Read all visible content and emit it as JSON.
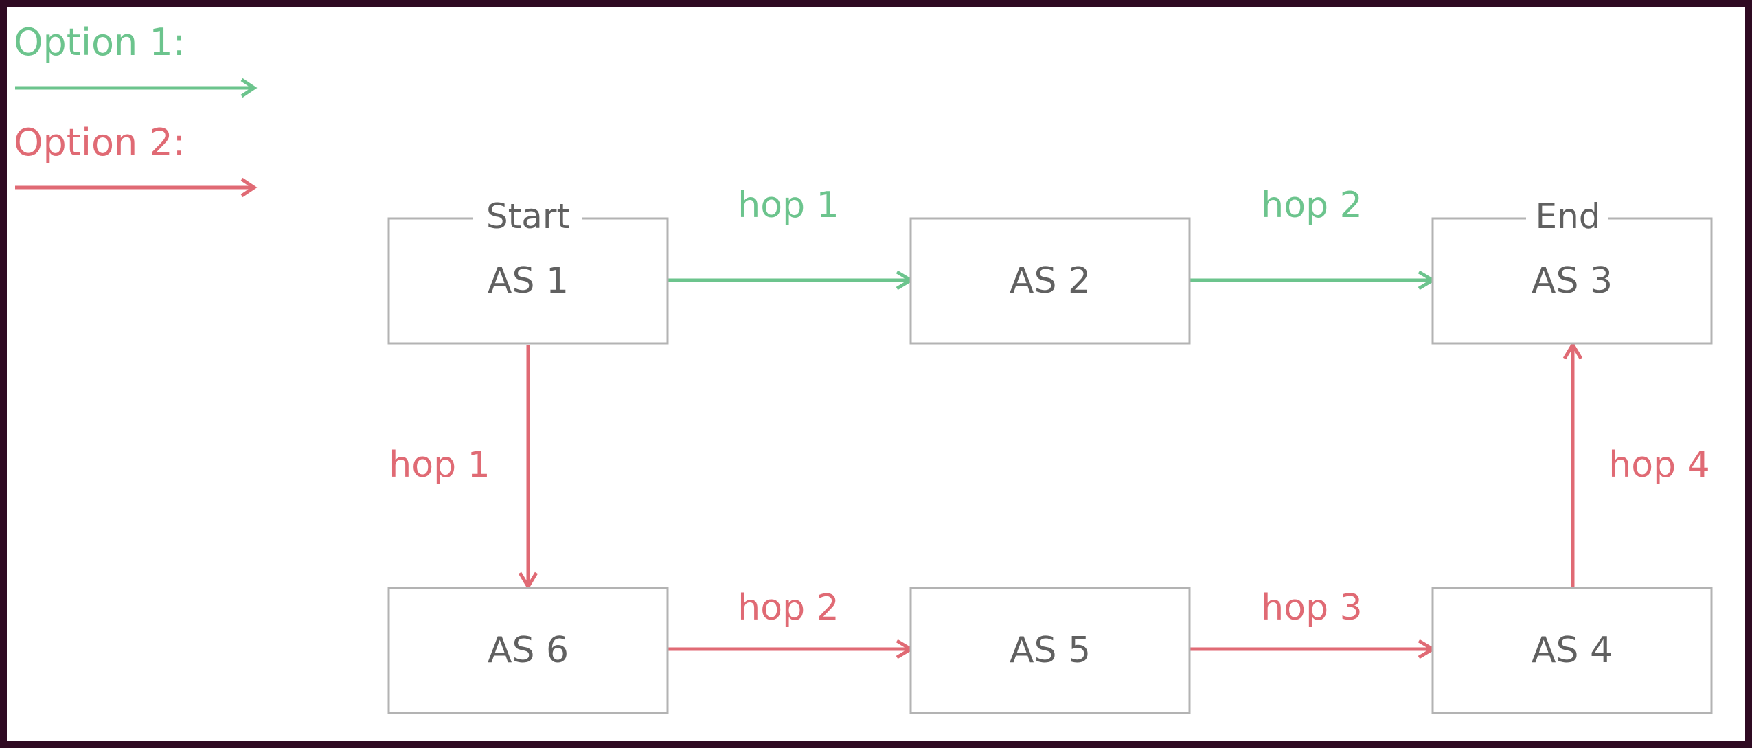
{
  "colors": {
    "option1": "#6cc48d",
    "option2": "#e06a74",
    "frame": "#2f0a22",
    "node_border": "#b3b3b3",
    "node_text": "#606060"
  },
  "legend": [
    {
      "label": "Option 1:",
      "color": "#6cc48d"
    },
    {
      "label": "Option 2:",
      "color": "#e06a74"
    }
  ],
  "nodes": {
    "as1": {
      "label": "AS 1",
      "tag": "Start"
    },
    "as2": {
      "label": "AS 2"
    },
    "as3": {
      "label": "AS 3",
      "tag": "End"
    },
    "as4": {
      "label": "AS 4"
    },
    "as5": {
      "label": "AS 5"
    },
    "as6": {
      "label": "AS 6"
    }
  },
  "edges": [
    {
      "from": "as1",
      "to": "as2",
      "label": "hop 1",
      "option": 1
    },
    {
      "from": "as2",
      "to": "as3",
      "label": "hop 2",
      "option": 1
    },
    {
      "from": "as1",
      "to": "as6",
      "label": "hop 1",
      "option": 2
    },
    {
      "from": "as6",
      "to": "as5",
      "label": "hop 2",
      "option": 2
    },
    {
      "from": "as5",
      "to": "as4",
      "label": "hop 3",
      "option": 2
    },
    {
      "from": "as4",
      "to": "as3",
      "label": "hop 4",
      "option": 2
    }
  ]
}
